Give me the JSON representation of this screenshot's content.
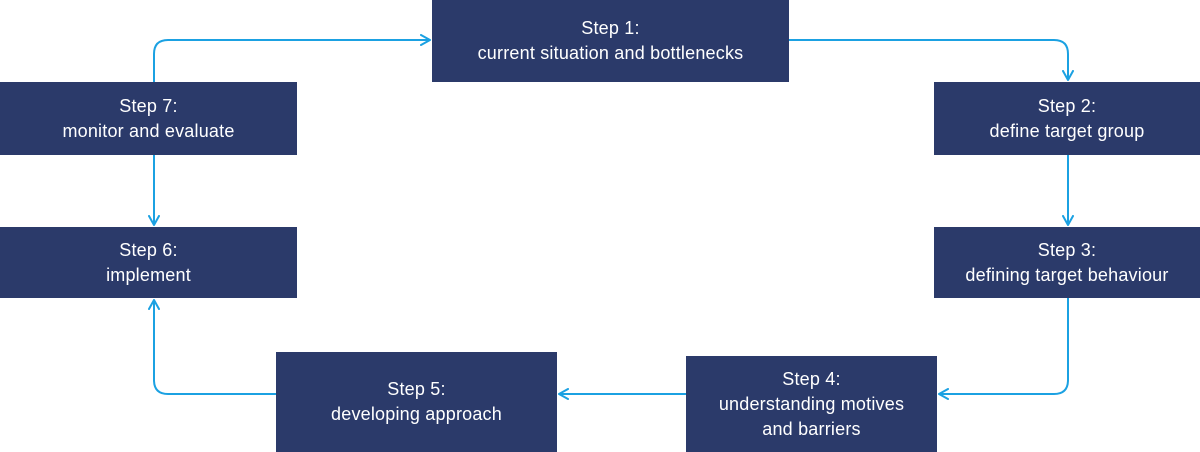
{
  "colors": {
    "box_fill": "#2b3a6a",
    "box_text": "#ffffff",
    "arrow": "#1ba1e2",
    "background": "#ffffff"
  },
  "steps": [
    {
      "id": "step1",
      "title": "Step 1:",
      "lines": [
        "current situation and bottlenecks"
      ]
    },
    {
      "id": "step2",
      "title": "Step 2:",
      "lines": [
        "define target group"
      ]
    },
    {
      "id": "step3",
      "title": "Step 3:",
      "lines": [
        "defining target behaviour"
      ]
    },
    {
      "id": "step4",
      "title": "Step 4:",
      "lines": [
        "understanding motives",
        "and barriers"
      ]
    },
    {
      "id": "step5",
      "title": "Step 5:",
      "lines": [
        "developing approach"
      ]
    },
    {
      "id": "step6",
      "title": "Step 6:",
      "lines": [
        "implement"
      ]
    },
    {
      "id": "step7",
      "title": "Step 7:",
      "lines": [
        "monitor and evaluate"
      ]
    }
  ],
  "flow": [
    [
      "step1",
      "step2"
    ],
    [
      "step2",
      "step3"
    ],
    [
      "step3",
      "step4"
    ],
    [
      "step4",
      "step5"
    ],
    [
      "step5",
      "step6"
    ],
    [
      "step7",
      "step6"
    ],
    [
      "step7",
      "step1"
    ]
  ]
}
